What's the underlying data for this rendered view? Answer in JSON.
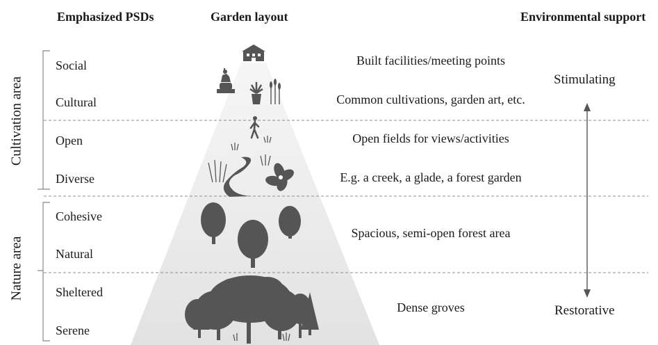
{
  "headers": {
    "psds": "Emphasized PSDs",
    "layout": "Garden layout",
    "env": "Environmental support"
  },
  "areas": {
    "cultivation": "Cultivation area",
    "nature": "Nature area"
  },
  "psds": [
    "Social",
    "Cultural",
    "Open",
    "Diverse",
    "Cohesive",
    "Natural",
    "Sheltered",
    "Serene"
  ],
  "descriptions": [
    "Built facilities/meeting points",
    "Common cultivations, garden art, etc.",
    "Open fields for views/activities",
    "E.g. a creek, a glade, a forest garden",
    "Spacious, semi-open forest area",
    "Dense groves"
  ],
  "env": {
    "top": "Stimulating",
    "bottom": "Restorative"
  },
  "icons": [
    "house-icon",
    "statue-icon",
    "plant-icons",
    "walker-icon",
    "creek-icon",
    "flower-icon",
    "tree-icons",
    "forest-icon"
  ],
  "colors": {
    "icon": "#555555",
    "triangle": "#eeeeee",
    "divider": "#8c8c8c"
  }
}
